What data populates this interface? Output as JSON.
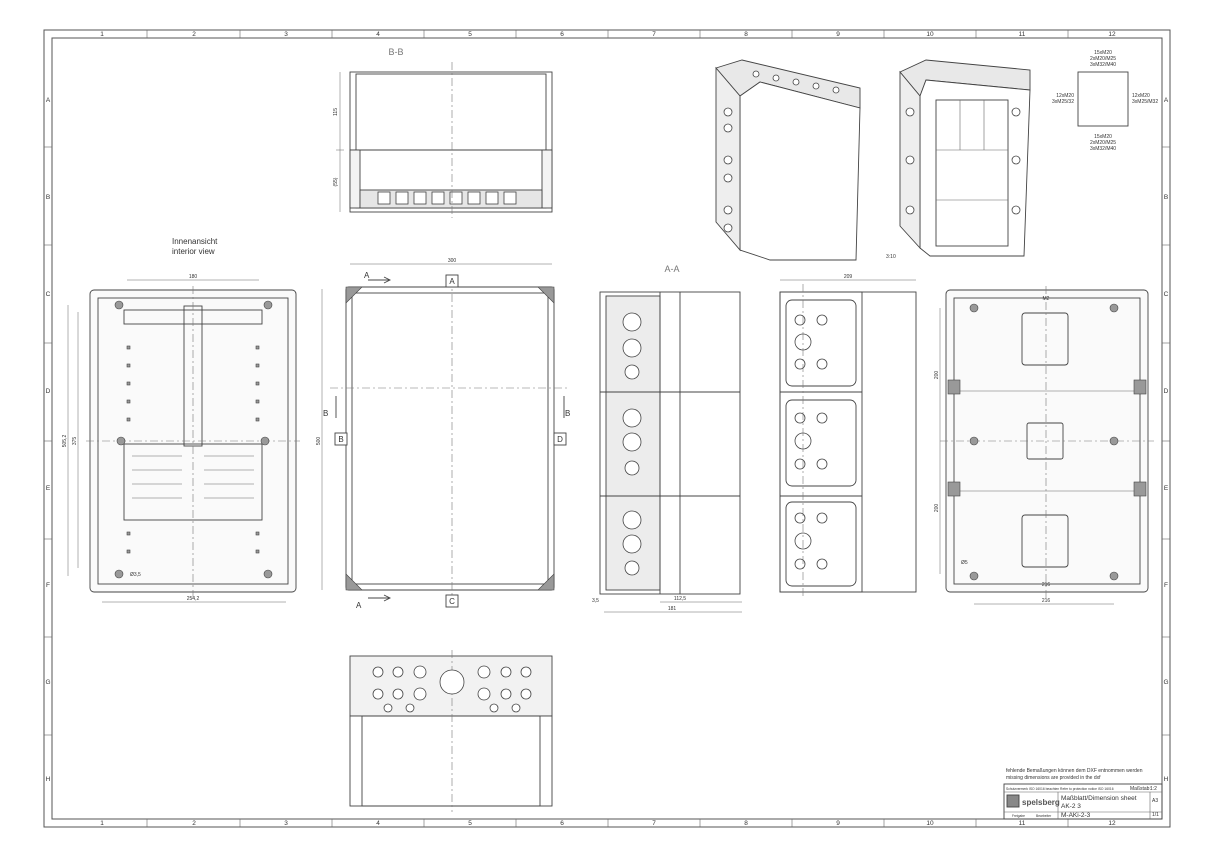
{
  "grid": {
    "columns": [
      "1",
      "2",
      "3",
      "4",
      "5",
      "6",
      "7",
      "8",
      "9",
      "10",
      "11",
      "12"
    ],
    "rows": [
      "A",
      "B",
      "C",
      "D",
      "E",
      "F",
      "G",
      "H"
    ]
  },
  "views": {
    "section_bb": "B-B",
    "section_aa": "A-A",
    "interior_de": "Innenansicht",
    "interior_en": "interior view"
  },
  "markers": {
    "A": "A",
    "B": "B",
    "C": "C",
    "D": "D",
    "cut_a": "A",
    "cut_b": "B"
  },
  "dimensions": {
    "top_width": "180",
    "bottom_width": "254,2",
    "left_height_outer": "505,2",
    "left_height_inner": "375",
    "hole_dia": "Ø3,5",
    "front_width": "300",
    "front_height": "500",
    "bb_upper": "115",
    "bb_lower": "(55)",
    "aa_right": "112,5",
    "aa_depth": "181",
    "aa_wall": "3,5",
    "side_width": "209",
    "rear_upper": "200",
    "rear_lower": "200",
    "rear_width": "216",
    "rear_tag_top": "M2",
    "rear_tag_bottom": "216",
    "rear_hole": "Ø5",
    "scale_ref": "3:10"
  },
  "entries": {
    "top": [
      "15xM20",
      "2xM20/M25",
      "3xM32/M40"
    ],
    "left": [
      "12xM20",
      "3xM25/32"
    ],
    "right": [
      "12xM20",
      "3xM25/M32"
    ],
    "bottom": [
      "15xM20",
      "2xM20/M25",
      "3xM32/M40"
    ]
  },
  "title_block": {
    "note_de": "fehlende Bemaßungen können dem DXF entnommen werden",
    "note_en": "missing dimensions are provided in the dxf",
    "scale_label": "Maßstab:",
    "scale_value": "1:2",
    "protection_note": "Schutzvermerk ISO 16016 beachten  Refer to protection notice ISO 16016",
    "company": "spelsberg",
    "sheet_title": "Maßblatt/Dimension sheet",
    "product": "AK-2 3",
    "drawing_no": "M-AKi-2-3",
    "format": "A3",
    "sheet_no": "1/1",
    "col_a": "Freigabe",
    "col_b": "Bearbeiter"
  }
}
